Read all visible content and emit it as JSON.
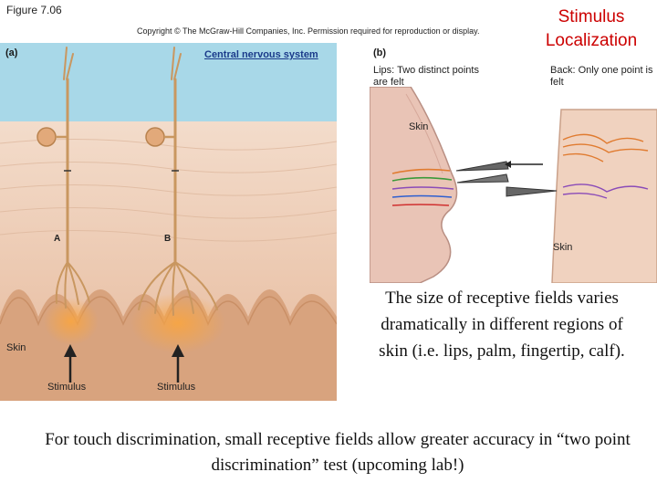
{
  "figure_label": "Figure 7.06",
  "copyright": "Copyright © The McGraw-Hill Companies, Inc. Permission required for reproduction or display.",
  "slide_title": "Stimulus Localization",
  "panel_a": {
    "label": "(a)",
    "cns_label": "Central nervous system",
    "neuron_a": "A",
    "neuron_b": "B",
    "skin": "Skin",
    "stimulus_a": "Stimulus",
    "stimulus_b": "Stimulus"
  },
  "panel_b": {
    "label": "(b)",
    "lips_caption": "Lips: Two distinct points are felt",
    "back_caption": "Back: Only one point is felt",
    "skin_1": "Skin",
    "skin_2": "Skin"
  },
  "paragraph_1": "The size of receptive fields varies dramatically in different regions of skin (i.e. lips, palm, fingertip, calf).",
  "paragraph_2": "For touch discrimination, small receptive fields allow greater accuracy in “two point discrimination” test (upcoming lab!)",
  "colors": {
    "title": "#cc0000",
    "cns": "#a8d8e8",
    "skin": "#e8c2a5",
    "receptive_field": "#f5a04a",
    "nerve": "#d9a46a"
  }
}
